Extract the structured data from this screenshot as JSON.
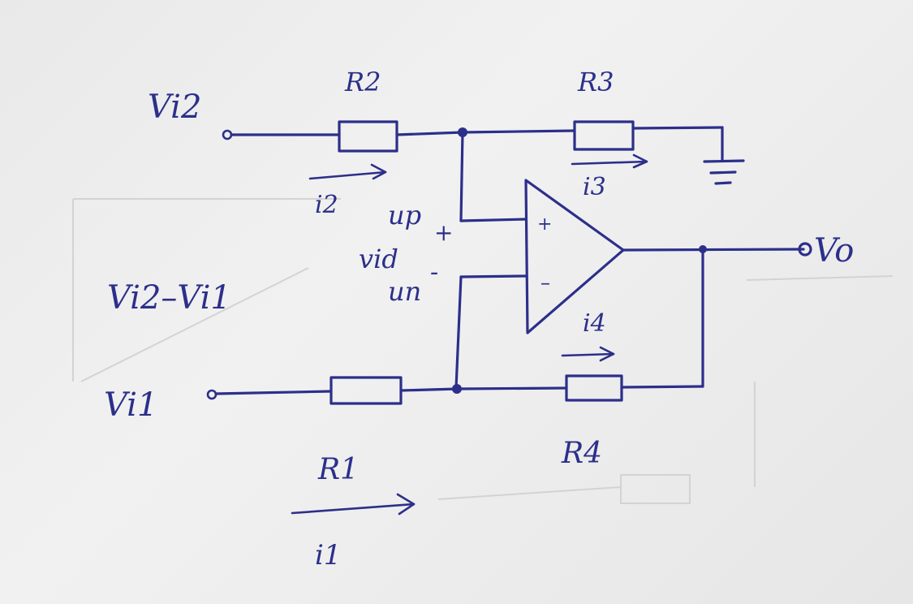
{
  "labels": {
    "vi2": "Vi2",
    "r2": "R2",
    "r3": "R3",
    "i2": "i2",
    "i3": "i3",
    "up": "up",
    "plus_terminal": "+",
    "plus_sign": "+",
    "vid": "vid",
    "minus_terminal": "-",
    "minus_sign": "–",
    "un": "un",
    "vdiff": "Vi2–Vi1",
    "vi1": "Vi1",
    "r1": "R1",
    "i1": "i1",
    "r4": "R4",
    "i4": "i4",
    "vo": "Vo"
  },
  "colors": {
    "ink": "#2c2f8a",
    "paper": "#ececec"
  }
}
